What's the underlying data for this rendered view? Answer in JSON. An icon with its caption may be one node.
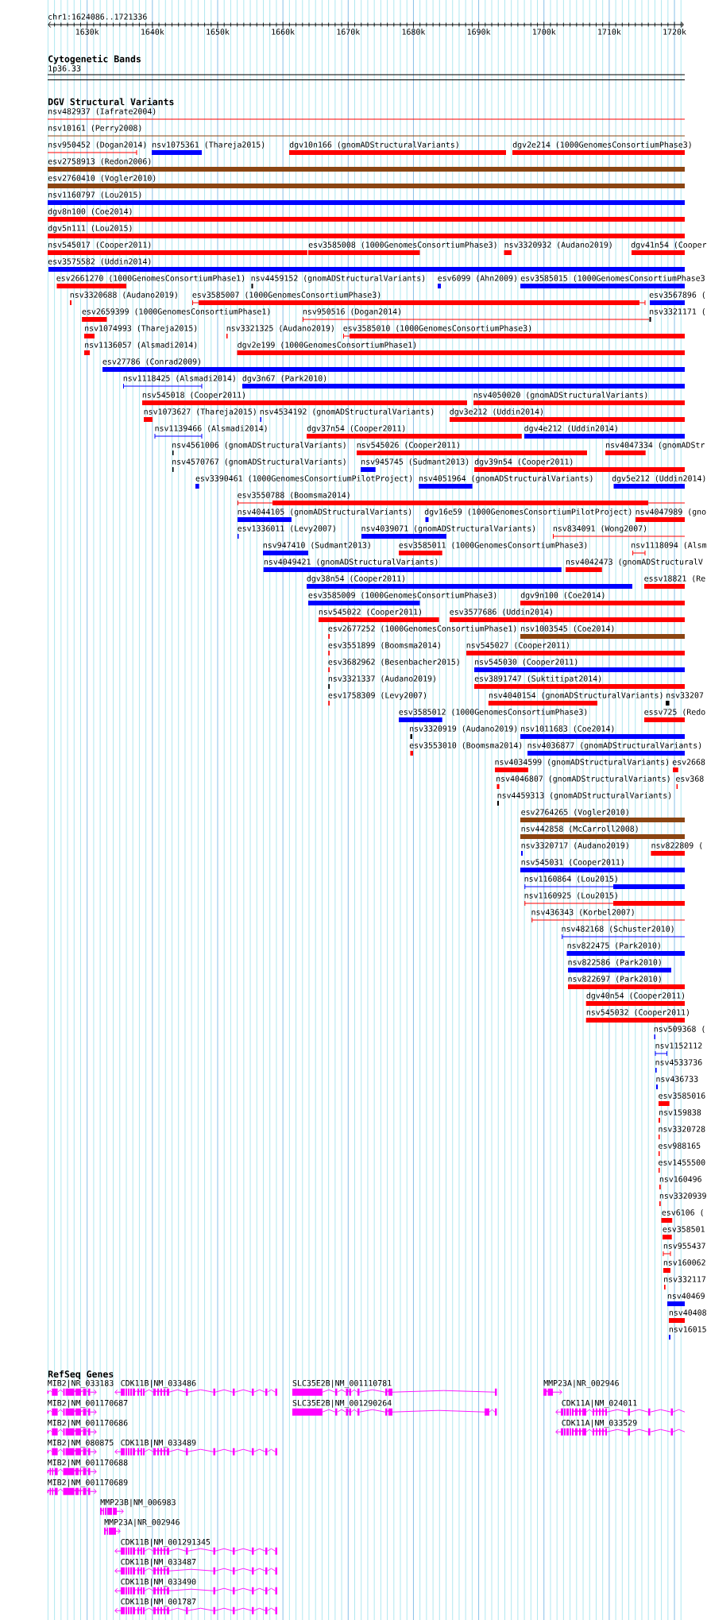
{
  "diagram": {
    "labels": [
      "chr1:1624086..1721336",
      "1630k",
      "1640k",
      "1650k",
      "1660k",
      "1670k",
      "1680k",
      "1690k",
      "1700k",
      "1710k",
      "1720k",
      "Cytogenetic Bands",
      "1p36.33",
      "DGV Structural Variants",
      "nsv482937 (Iafrate2004)",
      "nsv10161 (Perry2008)",
      "nsv950452 (Dogan2014)",
      "nsv1075361 (Thareja2015)",
      "dgv10n166 (gnomADStructuralVariants)",
      "dgv2e214 (1000GenomesConsortiumPhase3)",
      "esv2758913 (Redon2006)",
      "esv2760410 (Vogler2010)",
      "nsv1160797 (Lou2015)",
      "dgv8n100 (Coe2014)",
      "dgv5n111 (Lou2015)",
      "nsv545017 (Cooper2011)",
      "esv3585008 (1000GenomesConsortiumPhase3)",
      "nsv3320932 (Audano2019)",
      "dgv41n54 (Cooper",
      "esv3575582 (Uddin2014)",
      "esv2661270 (1000GenomesConsortiumPhase1)",
      "nsv4459152 (gnomADStructuralVariants)",
      "esv6099 (Ahn2009)",
      "esv3585015 (1000GenomesConsortiumPhase3",
      "nsv3320688 (Audano2019)",
      "esv3585007 (1000GenomesConsortiumPhase3)",
      "esv3567896 (",
      "esv2659399 (1000GenomesConsortiumPhase1)",
      "nsv950516 (Dogan2014)",
      "nsv3321171 (",
      "nsv1074993 (Thareja2015)",
      "nsv3321325 (Audano2019)",
      "esv3585010 (1000GenomesConsortiumPhase3)",
      "nsv1136057 (Alsmadi2014)",
      "dgv2e199 (1000GenomesConsortiumPhase1)",
      "esv27786 (Conrad2009)",
      "nsv1118425 (Alsmadi2014)",
      "dgv3n67 (Park2010)",
      "nsv545018 (Cooper2011)",
      "nsv4050020 (gnomADStructuralVariants)",
      "nsv1073627 (Thareja2015)",
      "nsv4534192 (gnomADStructuralVariants)",
      "dgv3e212 (Uddin2014)",
      "nsv1139466 (Alsmadi2014)",
      "dgv37n54 (Cooper2011)",
      "dgv4e212 (Uddin2014)",
      "nsv4561006 (gnomADStructuralVariants)",
      "nsv545026 (Cooper2011)",
      "nsv4047334 (gnomADStr",
      "nsv4570767 (gnomADStructuralVariants)",
      "nsv945745 (Sudmant2013)",
      "dgv39n54 (Cooper2011)",
      "esv3390461 (1000GenomesConsortiumPilotProject)",
      "nsv4051964 (gnomADStructuralVariants)",
      "dgv5e212 (Uddin2014)",
      "esv3550788 (Boomsma2014)",
      "nsv4044105 (gnomADStructuralVariants)",
      "dgv16e59 (1000GenomesConsortiumPilotProject)",
      "nsv4047989 (gno",
      "esv1336011 (Levy2007)",
      "nsv4039071 (gnomADStructuralVariants)",
      "nsv834091 (Wong2007)",
      "nsv947410 (Sudmant2013)",
      "esv3585011 (1000GenomesConsortiumPhase3)",
      "nsv1118094 (Alsm",
      "nsv4049421 (gnomADStructuralVariants)",
      "nsv4042473 (gnomADStructuralV",
      "dgv38n54 (Cooper2011)",
      "essv18821 (Re",
      "esv3585009 (1000GenomesConsortiumPhase3)",
      "dgv9n100 (Coe2014)",
      "nsv545022 (Cooper2011)",
      "esv3577686 (Uddin2014)",
      "esv2677252 (1000GenomesConsortiumPhase1)",
      "nsv1003545 (Coe2014)",
      "esv3551899 (Boomsma2014)",
      "nsv545027 (Cooper2011)",
      "esv3682962 (Besenbacher2015)",
      "nsv545030 (Cooper2011)",
      "nsv3321337 (Audano2019)",
      "esv3891747 (Suktitipat2014)",
      "esv1758309 (Levy2007)",
      "nsv4040154 (gnomADStructuralVariants)",
      "nsv33207",
      "esv3585012 (1000GenomesConsortiumPhase3)",
      "essv725 (Redo",
      "nsv3320919 (Audano2019)",
      "nsv1011683 (Coe2014)",
      "esv3553010 (Boomsma2014)",
      "nsv4036877 (gnomADStructuralVariants)",
      "nsv4034599 (gnomADStructuralVariants)",
      "esv2668",
      "nsv4046807 (gnomADStructuralVariants)",
      "esv368",
      "nsv4459313 (gnomADStructuralVariants)",
      "esv2764265 (Vogler2010)",
      "nsv442858 (McCarroll2008)",
      "nsv3320717 (Audano2019)",
      "nsv822809 (",
      "nsv545031 (Cooper2011)",
      "nsv1160864 (Lou2015)",
      "nsv1160925 (Lou2015)",
      "nsv436343 (Korbel2007)",
      "nsv482168 (Schuster2010)",
      "nsv822475 (Park2010)",
      "nsv822586 (Park2010)",
      "nsv822697 (Park2010)",
      "dgv40n54 (Cooper2011)",
      "nsv545032 (Cooper2011)",
      "nsv509368 (",
      "nsv1152112",
      "nsv4533736",
      "nsv436733",
      "esv3585016",
      "nsv159838",
      "nsv3320728",
      "esv988165",
      "esv1455500",
      "nsv160496",
      "nsv3320939",
      "esv6106 (",
      "esv358501",
      "nsv955437",
      "nsv160062",
      "nsv332117",
      "nsv40469",
      "nsv40408",
      "nsv16015",
      "RefSeq Genes",
      "MIB2|NR_033183",
      "CDK11B|NM_033486",
      "SLC35E2B|NM_001110781",
      "MMP23A|NR_002946",
      "MIB2|NM_001170687",
      "SLC35E2B|NM_001290264",
      "CDK11A|NM_024011",
      "MIB2|NM_001170686",
      "CDK11A|NM_033529",
      "MIB2|NM_080875",
      "CDK11B|NM_033489",
      "MIB2|NM_001170688",
      "MIB2|NM_001170689",
      "MMP23B|NM_006983",
      "MMP23A|NR_002946",
      "CDK11B|NM_001291345",
      "CDK11B|NM_033487",
      "CDK11B|NM_033490",
      "CDK11B|NM_001787"
    ]
  }
}
